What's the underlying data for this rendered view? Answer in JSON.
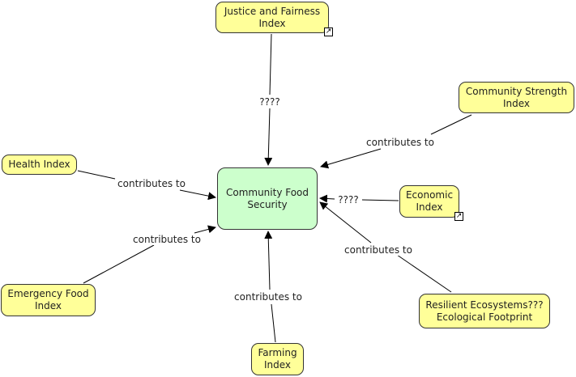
{
  "map": {
    "central": {
      "label": "Community Food\nSecurity",
      "color": "#ccffcc"
    },
    "concept_color": "#ffff99",
    "concepts": [
      {
        "id": "justice",
        "label": "Justice and Fairness\nIndex",
        "has_link": true
      },
      {
        "id": "community_strength",
        "label": "Community Strength\nIndex",
        "has_link": false
      },
      {
        "id": "health",
        "label": "Health Index",
        "has_link": false
      },
      {
        "id": "economic",
        "label": "Economic\nIndex",
        "has_link": true
      },
      {
        "id": "emergency_food",
        "label": "Emergency Food\nIndex",
        "has_link": false
      },
      {
        "id": "resilient",
        "label": "Resilient Ecosystems???\nEcological Footprint",
        "has_link": false
      },
      {
        "id": "farming",
        "label": "Farming\nIndex",
        "has_link": false
      }
    ],
    "links": [
      {
        "from": "justice",
        "phrase": "????"
      },
      {
        "from": "community_strength",
        "phrase": "contributes to"
      },
      {
        "from": "health",
        "phrase": "contributes to"
      },
      {
        "from": "economic",
        "phrase": "????"
      },
      {
        "from": "emergency_food",
        "phrase": "contributes to"
      },
      {
        "from": "resilient",
        "phrase": "contributes to"
      },
      {
        "from": "farming",
        "phrase": "contributes to"
      }
    ],
    "link_badge_icon": "↗"
  }
}
